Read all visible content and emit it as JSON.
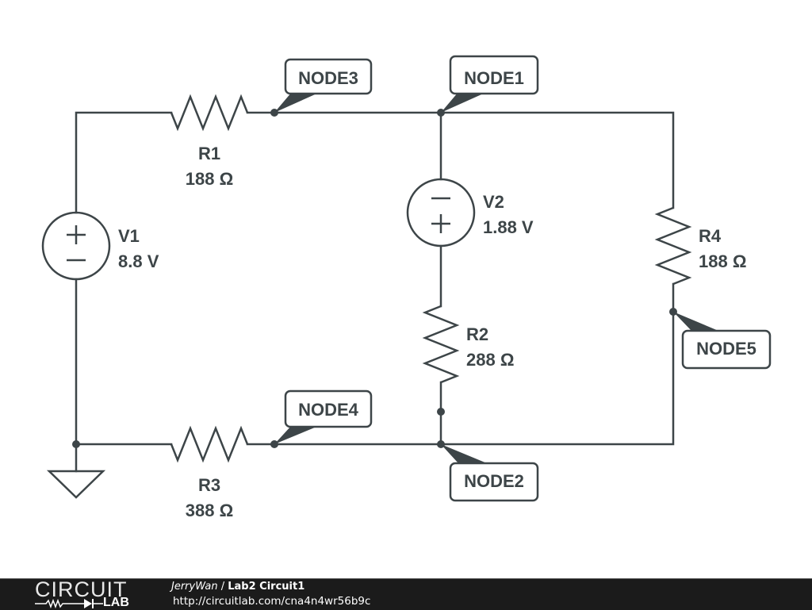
{
  "schematic": {
    "components": {
      "R1": {
        "name": "R1",
        "value": "188 Ω"
      },
      "R2": {
        "name": "R2",
        "value": "288 Ω"
      },
      "R3": {
        "name": "R3",
        "value": "388 Ω"
      },
      "R4": {
        "name": "R4",
        "value": "188 Ω"
      },
      "V1": {
        "name": "V1",
        "value": "8.8 V"
      },
      "V2": {
        "name": "V2",
        "value": "1.88 V"
      }
    },
    "node_labels": {
      "node1": "NODE1",
      "node2": "NODE2",
      "node3": "NODE3",
      "node4": "NODE4",
      "node5": "NODE5"
    },
    "symbols": {
      "plus": "+",
      "minus": "−"
    }
  },
  "footer": {
    "logo_top": "CIRCUIT",
    "logo_bottom": "LAB",
    "author": "JerryWan",
    "separator": " / ",
    "title": "Lab2 Circuit1",
    "url": "http://circuitlab.com/cna4n4wr56b9c",
    "background": "#1b1b1b"
  }
}
